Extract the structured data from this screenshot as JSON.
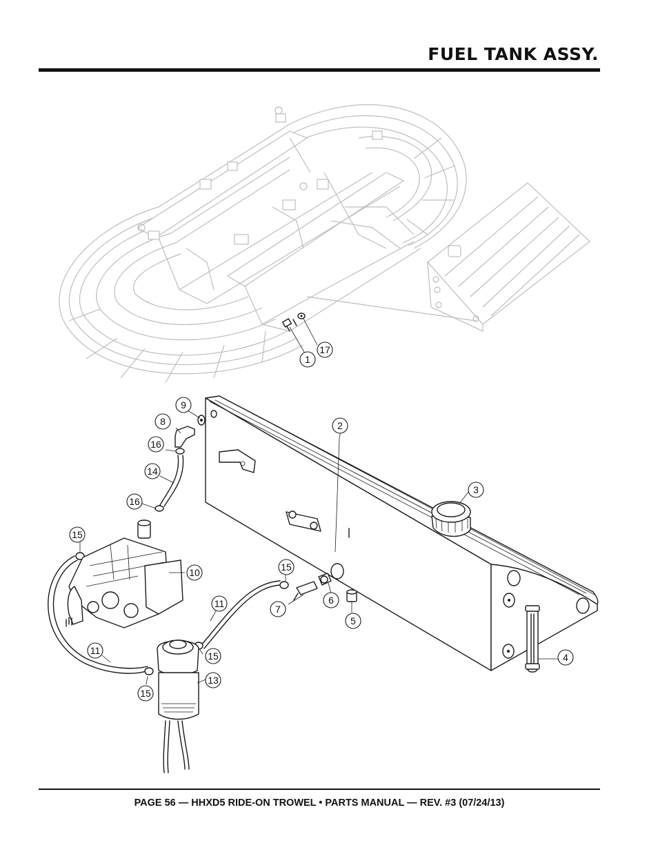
{
  "header": {
    "title": "FUEL TANK ASSY."
  },
  "footer": {
    "text": "PAGE 56 — HHXD5 RIDE-ON TROWEL • PARTS MANUAL — REV. #3 (07/24/13)"
  },
  "callouts": {
    "c1": "1",
    "c17": "17",
    "c2": "2",
    "c3": "3",
    "c4": "4",
    "c5": "5",
    "c6": "6",
    "c7": "7",
    "c8": "8",
    "c9": "9",
    "c10": "10",
    "c11a": "11",
    "c11b": "11",
    "c13": "13",
    "c14": "14",
    "c15a": "15",
    "c15b": "15",
    "c15c": "15",
    "c15d": "15",
    "c16a": "16",
    "c16b": "16"
  }
}
